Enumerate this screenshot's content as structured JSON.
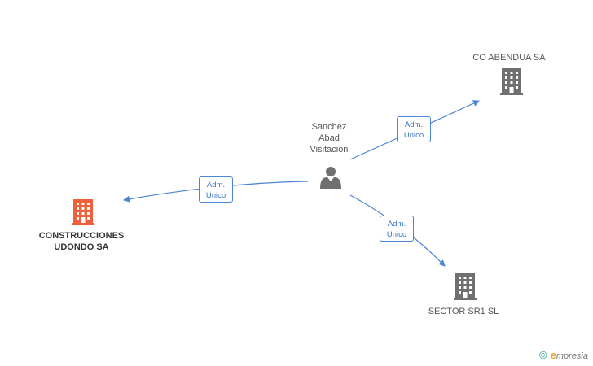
{
  "nodes": {
    "person": {
      "label_lines": [
        "Sanchez",
        "Abad",
        "Visitacion"
      ],
      "icon": "person-icon"
    },
    "co_abendua": {
      "label": "CO ABENDUA SA",
      "icon": "building-icon",
      "color": "#707070"
    },
    "construcciones": {
      "label_lines": [
        "CONSTRUCCIONES",
        "UDONDO SA"
      ],
      "icon": "building-icon",
      "color": "#f0603a"
    },
    "sector": {
      "label": "SECTOR SR1 SL",
      "icon": "building-icon",
      "color": "#707070"
    }
  },
  "edges": [
    {
      "from": "person",
      "to": "co_abendua",
      "label_lines": [
        "Adm.",
        "Unico"
      ]
    },
    {
      "from": "person",
      "to": "construcciones",
      "label_lines": [
        "Adm.",
        "Unico"
      ]
    },
    {
      "from": "person",
      "to": "sector",
      "label_lines": [
        "Adm.",
        "Unico"
      ]
    }
  ],
  "colors": {
    "edge": "#4a86d4",
    "company": "#707070",
    "highlight_company": "#f0603a",
    "person": "#707070"
  },
  "watermark": {
    "symbol": "©",
    "brand_initial": "e",
    "brand_rest": "mpresia"
  }
}
